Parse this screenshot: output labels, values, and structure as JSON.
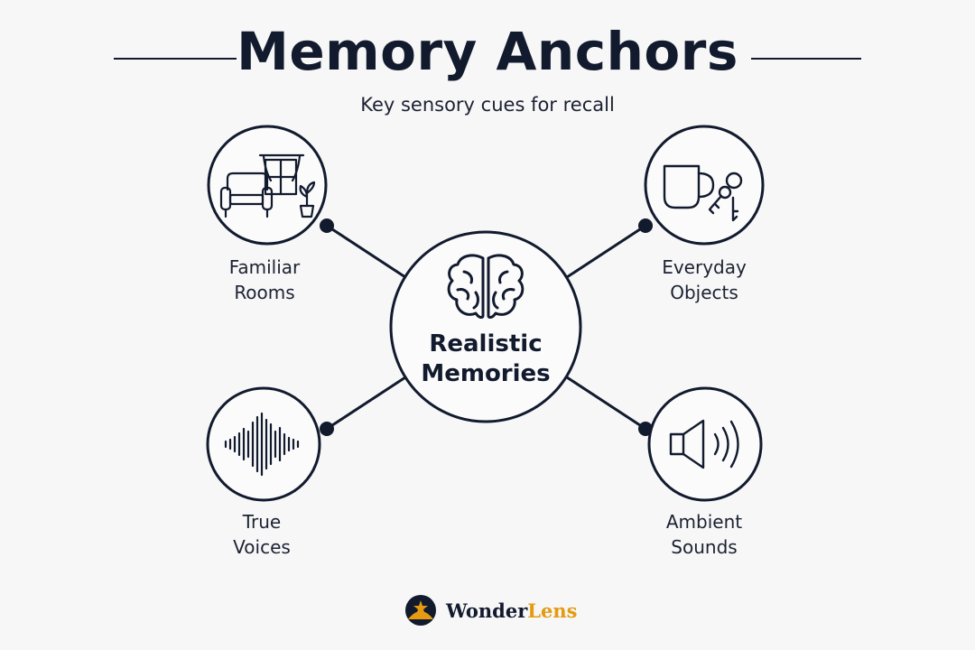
{
  "header": {
    "title": "Memory Anchors",
    "subtitle": "Key sensory cues for recall"
  },
  "center": {
    "label_line1": "Realistic",
    "label_line2": "Memories",
    "icon": "brain-icon"
  },
  "nodes": [
    {
      "id": "rooms",
      "line1": "Familiar",
      "line2": "Rooms",
      "icon": "room-armchair-window-plant-icon"
    },
    {
      "id": "objects",
      "line1": "Everyday",
      "line2": "Objects",
      "icon": "mug-and-keys-icon"
    },
    {
      "id": "voices",
      "line1": "True",
      "line2": "Voices",
      "icon": "sound-wave-icon"
    },
    {
      "id": "sounds",
      "line1": "Ambient",
      "line2": "Sounds",
      "icon": "speaker-icon"
    }
  ],
  "brand": {
    "part1": "Wonder",
    "part2": "Lens",
    "logo": "wonderlens-logo",
    "accent_color": "#e49b12"
  },
  "colors": {
    "ink": "#121a2e",
    "background": "#f7f7f7"
  }
}
